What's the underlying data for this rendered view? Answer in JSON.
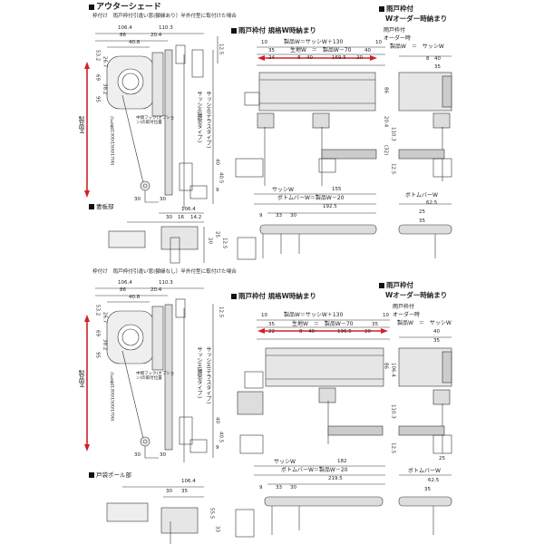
{
  "top_left": {
    "section_title": "アウターシェード",
    "mount_note": "枠付け　雨戸枠付引違い窓(額縁あり）半外付型に取付けた場合",
    "dims": [
      "106.4",
      "110.3",
      "86",
      "20.4",
      "40.8",
      "53.2",
      "26.7",
      "69",
      "38.2",
      "95",
      "30",
      "30",
      "12.5",
      "40",
      "40.5",
      "9"
    ],
    "height_label": "製品H",
    "hook_note": "中間フック(オプション)の取付位置",
    "sash_vert": "サッシH(テラスタイプ)",
    "sash_vert2": "サッシH(腰窓タイプ)",
    "strap_note": "ひも長(1300/1500/1700)"
  },
  "kamachi": {
    "title": "妻板部",
    "dims": [
      "106.4",
      "30",
      "16",
      "14.2",
      "20",
      "25",
      "12.5"
    ]
  },
  "top_mid": {
    "title": "雨戸枠付 規格W時納まり",
    "product_w": "製品W＝サッシW＋130",
    "gen_w": "生地W　＝　製品W－70",
    "dims_top": [
      "10",
      "35",
      "24",
      "8",
      "40",
      "169.5",
      "20",
      "40",
      "10"
    ],
    "sash_w": "サッシW",
    "bottom_bar": "ボトムバーW＝製品W－20",
    "dims_bottom": [
      "155",
      "192.5",
      "9",
      "33",
      "30"
    ]
  },
  "top_right": {
    "title1": "雨戸枠付",
    "title2": "Wオーダー時納まり",
    "note1": "雨戸枠付",
    "note2": "オーダー時",
    "note3": "製品W　＝　サッシW",
    "dims": [
      "8",
      "40",
      "35",
      "86",
      "20.4",
      "110.3",
      "(32)",
      "12.5"
    ],
    "bottom_bar": "ボトムバーW",
    "dims_bottom": [
      "62.5",
      "25",
      "35"
    ]
  },
  "bottom_left": {
    "mount_note": "枠付け　雨戸枠付引違い窓(額縁なし）半外付型に取付けた場合",
    "dims": [
      "106.4",
      "110.3",
      "86",
      "20.4",
      "40.8",
      "53.2",
      "26.7",
      "69",
      "38.2",
      "95",
      "30",
      "30",
      "40",
      "40.5",
      "12.5",
      "9"
    ],
    "height_label": "製品H",
    "hook_note": "中間フック(オプション)の取付位置",
    "sash_vert": "サッシH(テラスタイプ)",
    "sash_vert2": "サッシH(腰窓タイプ)",
    "strap_note": "ひも長(1300/1500/1700)"
  },
  "tobukuro": {
    "title": "戸袋ポール部",
    "dims": [
      "106.4",
      "30",
      "35",
      "55.5",
      "33"
    ]
  },
  "bottom_mid": {
    "title": "雨戸枠付 規格W時納まり",
    "product_w": "製品W＝サッシW＋130",
    "gen_w": "生地W　＝　製品W－70",
    "dims_top": [
      "10",
      "35",
      "22",
      "8",
      "40",
      "196.5",
      "20",
      "35",
      "10"
    ],
    "sash_w": "サッシW",
    "bottom_bar": "ボトムバーW＝製品W－20",
    "dims_bottom": [
      "182",
      "219.5",
      "9",
      "33",
      "30"
    ]
  },
  "bottom_right": {
    "title1": "雨戸枠付",
    "title2": "Wオーダー時納まり",
    "note1": "雨戸枠付",
    "note2": "オーダー時",
    "note3": "製品W　＝　サッシW",
    "dims": [
      "40",
      "35",
      "86",
      "106.4",
      "110.3",
      "12.5"
    ],
    "bottom_bar": "ボトムバーW",
    "dims_bottom": [
      "62.5",
      "35",
      "25"
    ]
  },
  "colors": {
    "accent_red": "#d0202a",
    "line": "#333333",
    "frame_gray": "#bbbbbb",
    "fill_light": "#e6e6e6"
  }
}
